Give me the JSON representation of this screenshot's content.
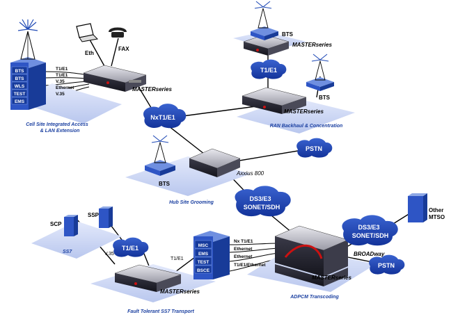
{
  "labels": {
    "bts": "BTS",
    "eth": "Eth",
    "fax": "FAX",
    "pstn": "PSTN",
    "scp": "SCP",
    "ssp": "SSP",
    "ss7": "SS7",
    "v35": "V.35",
    "t1e1": "T1/E1",
    "other_line1": "Other",
    "other_line2": "MTSO",
    "broadway": "BROADway",
    "axxius": "Axxius 800",
    "master_series": "MASTERseries"
  },
  "links": {
    "left_rack": [
      "T1/E1",
      "T1/E1",
      "V.35",
      "Ethernet",
      "V.35"
    ],
    "mid_rack": [
      "Nx T1/E1",
      "Ethernet",
      "Ethernet",
      "T1/E1/Ethernet"
    ]
  },
  "clouds": {
    "nxt1e1": "NxT1/E1",
    "t1e1_top": "T1/E1",
    "t1e1_bottom": "T1/E1",
    "pstn_top": "PSTN",
    "pstn_bottom": "PSTN",
    "ds3_center_l1": "DS3/E3",
    "ds3_center_l2": "SONET/SDH",
    "ds3_right_l1": "DS3/E3",
    "ds3_right_l2": "SONET/SDH"
  },
  "racks": {
    "left": [
      "BTS",
      "BTS",
      "WLS",
      "TEST",
      "EMS"
    ],
    "middle": [
      "MSC",
      "EMS",
      "TEST",
      "BSCE"
    ]
  },
  "captions": {
    "cell_site_l1": "Cell Site Integrated Access",
    "cell_site_l2": "& LAN Extension",
    "ran": "RAN Backhaul & Concentration",
    "hub": "Hub Site Grooming",
    "sst": "Fault Tolerant SS7 Transport",
    "adpcm": "ADPCM Transcoding"
  },
  "colors": {
    "blue": "#1f49b5",
    "blue_dark": "#0f2a78",
    "blue_light": "#8ea8e6",
    "platform": "#d6dff5",
    "caption": "#1a3fa0",
    "accent_red": "#cc1111"
  }
}
